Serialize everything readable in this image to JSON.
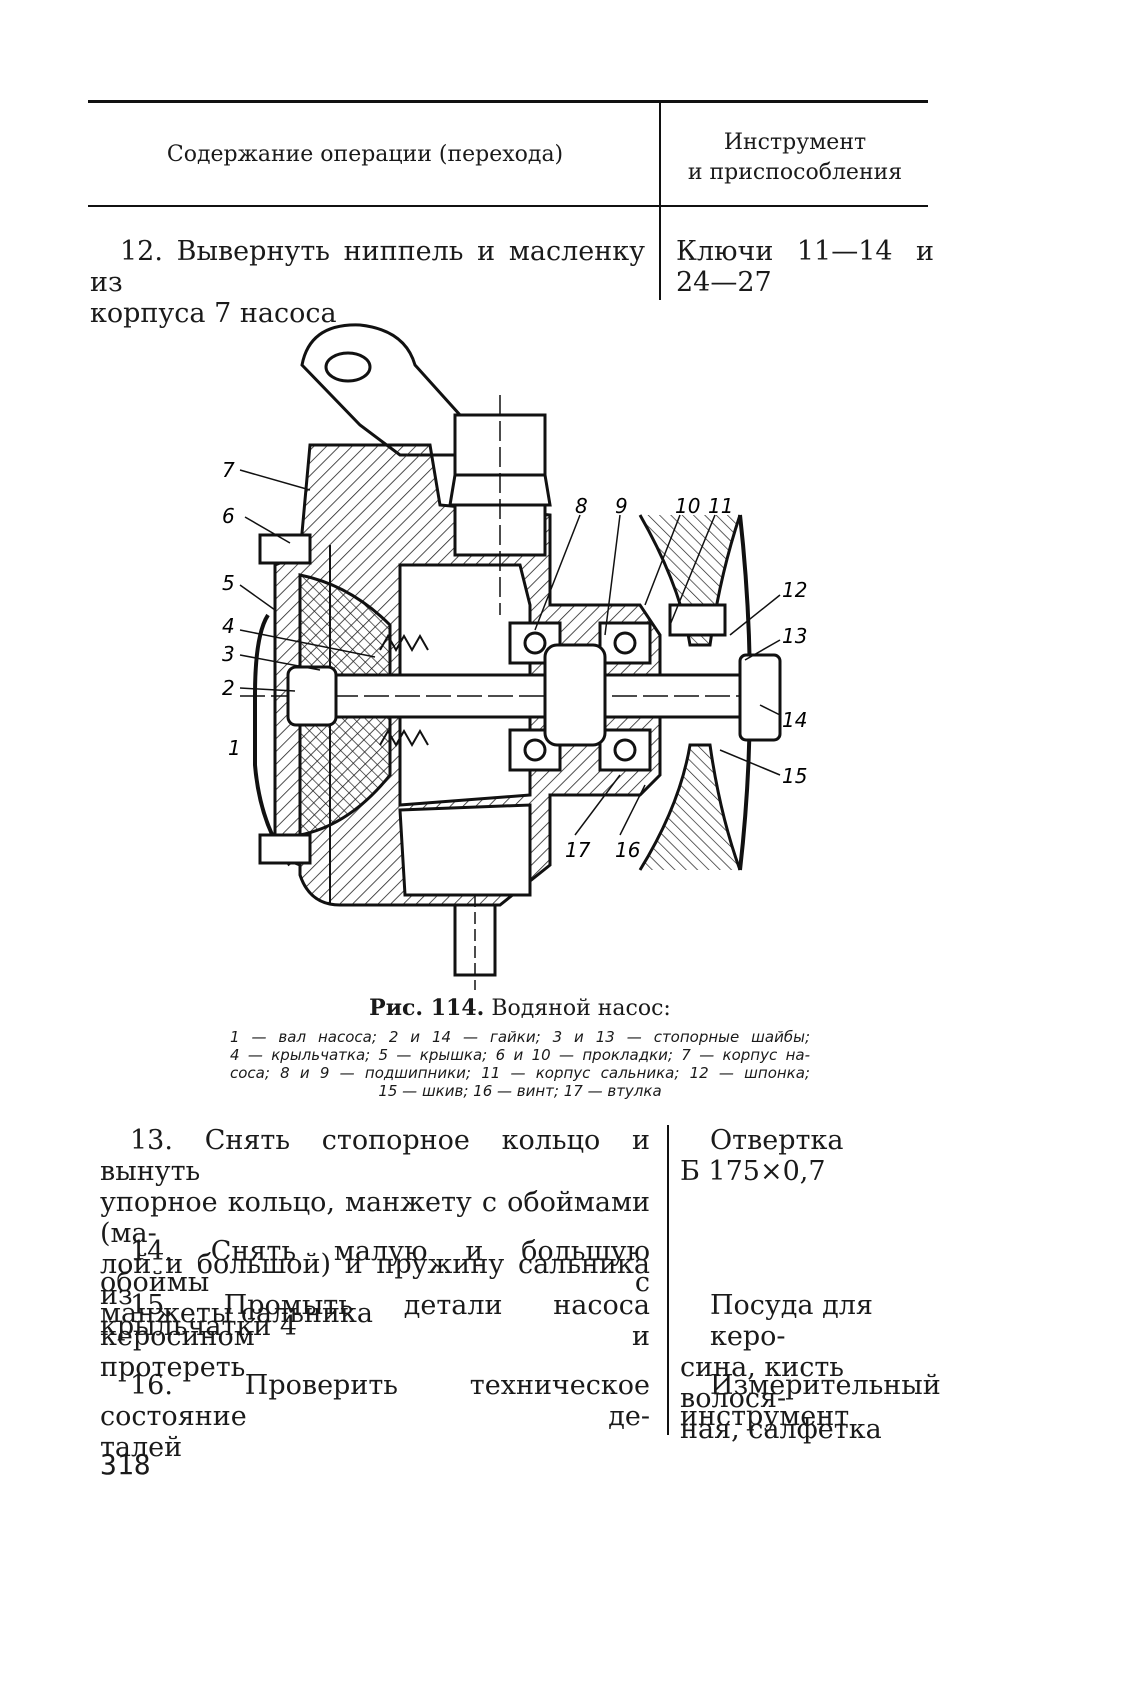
{
  "table_header": {
    "operation_col": "Содержание операции (перехода)",
    "tool_col_line1": "Инструмент",
    "tool_col_line2": "и приспособления"
  },
  "step12": {
    "line1": "12. Вывернуть ниппель и масленку из",
    "line2": "корпуса 7 насоса",
    "tool_line1": "Ключи 11—14 и",
    "tool_line2": "24—27"
  },
  "figure": {
    "callouts": [
      "1",
      "2",
      "3",
      "4",
      "5",
      "6",
      "7",
      "8",
      "9",
      "10",
      "11",
      "12",
      "13",
      "14",
      "15",
      "16",
      "17"
    ],
    "caption_label": "Рис. 114.",
    "caption_title": "Водяной насос:",
    "legend_line1": "1 — вал насоса; 2 и 14 — гайки; 3 и 13 — стопорные шайбы;",
    "legend_line2": "4 — крыльчатка; 5 — крышка; 6 и 10 — прокладки; 7 — корпус на-",
    "legend_line3": "coca; 8 и 9 — подшипники; 11 — корпус сальника; 12 — шпонка;",
    "legend_line4": "15 — шкив; 16 — винт; 17 — втулка"
  },
  "steps": [
    {
      "lines": [
        "13. Снять стопорное кольцо и вынуть",
        "упорное кольцо, манжету с обоймами (ма-",
        "лой и большой) и пружину сальника из",
        "крыльчатки 4"
      ],
      "tool": [
        "Отвертка",
        "Б 175×0,7"
      ]
    },
    {
      "lines": [
        "14. Снять малую и большую обоймы с",
        "манжеты сальника"
      ],
      "tool": []
    },
    {
      "lines": [
        "15. Промыть детали насоса керосином и",
        "протереть"
      ],
      "tool": [
        "Посуда для керо-",
        "сина, кисть волося-",
        "ная, салфетка"
      ]
    },
    {
      "lines": [
        "16. Проверить техническое состояние де-",
        "талей"
      ],
      "tool": [
        "Измерительный",
        "инструмент"
      ]
    }
  ],
  "page_number": "318"
}
